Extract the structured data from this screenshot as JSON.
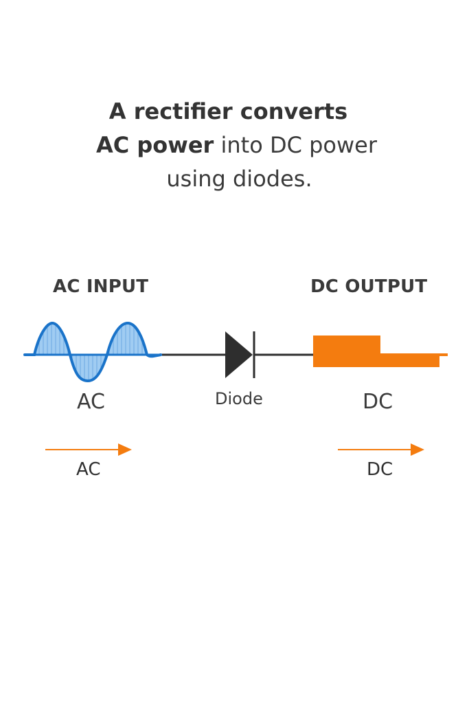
{
  "headline": {
    "line1": "A rectifier converts",
    "line2_bold": "AC power",
    "line2_rest": " into DC power",
    "line3": "using diodes."
  },
  "labels": {
    "ac_input": "AC INPUT",
    "dc_output": "DC OUTPUT"
  },
  "captions": {
    "ac": "AC",
    "diode": "Diode",
    "dc": "DC"
  },
  "flow": {
    "ac_label": "AC",
    "dc_label": "DC"
  },
  "colors": {
    "wave_stroke": "#1a73c9",
    "wave_fill": "#8fc3f0",
    "wire": "#2e2e2e",
    "diode": "#2e2e2e",
    "dc_block": "#f47c0f",
    "arrow": "#f47c0f"
  }
}
